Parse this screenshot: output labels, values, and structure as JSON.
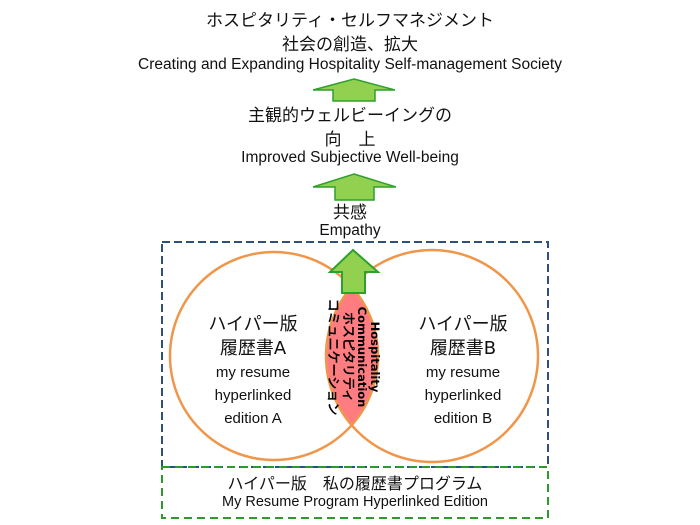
{
  "top": {
    "line1_jp": "ホスピタリティ・セルフマネジメント",
    "line2_jp": "社会の創造、拡大",
    "line3_en": "Creating and Expanding Hospitality Self-management Society"
  },
  "middle": {
    "line1_jp": "主観的ウェルビーイングの",
    "line2_jp": "向　上",
    "line3_en": "Improved Subjective Well-being"
  },
  "empathy": {
    "jp": "共感",
    "en": "Empathy"
  },
  "circle_a": {
    "jp1": "ハイパー版",
    "jp2": "履歴書A",
    "en1": "my resume",
    "en2": "hyperlinked",
    "en3": "edition A"
  },
  "circle_b": {
    "jp1": "ハイパー版",
    "jp2": "履歴書B",
    "en1": "my resume",
    "en2": "hyperlinked",
    "en3": "edition B"
  },
  "intersection": {
    "en1": "Hospitality",
    "en2": "Communication",
    "jp1": "ホスピタリティ",
    "jp2": "コミュニケーション"
  },
  "program": {
    "jp": "ハイパー版　私の履歴書プログラム",
    "en": "My Resume Program  Hyperlinked Edition"
  },
  "colors": {
    "arrow_fill": "#92d050",
    "arrow_stroke": "#2ea02e",
    "circle_stroke": "#f0964a",
    "lens_fill": "#ff7c80",
    "blue_dash": "#2f4f7f",
    "green_dash": "#2e9a2e"
  }
}
